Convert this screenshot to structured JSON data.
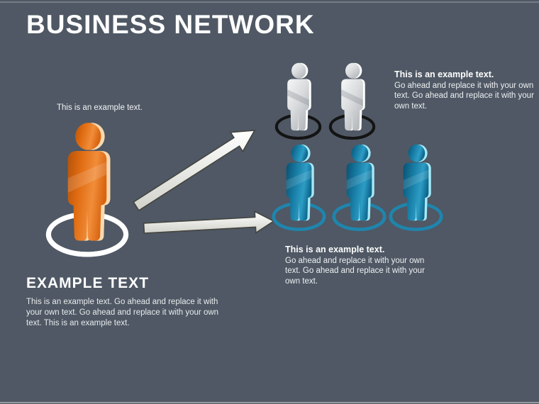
{
  "slide": {
    "title": "BUSINESS NETWORK",
    "left_caption": "This is an example text.",
    "top_right_block": {
      "heading": "This is an example text.",
      "body": "Go ahead and replace it with your own text. Go ahead and replace it with your own text."
    },
    "middle_block": {
      "heading": "This is an example text.",
      "body": "Go ahead and replace it with your own text. Go ahead and replace it with your own text."
    },
    "bottom_left_block": {
      "heading": "EXAMPLE TEXT",
      "body": "This is an example text. Go ahead and replace it with your own text. Go ahead and replace it with your own text. This is an example text."
    },
    "colors": {
      "background": "#4f5864",
      "title_text": "#ffffff",
      "orange_figure": "#e06c12",
      "orange_ring": "#ffffff",
      "silver_figure": "#d9dbdd",
      "silver_ring": "#141414",
      "blue_figure": "#177ba3",
      "blue_ring": "#1f85ad",
      "arrow_fill": "#efefea",
      "arrow_outline": "#44443f"
    }
  }
}
